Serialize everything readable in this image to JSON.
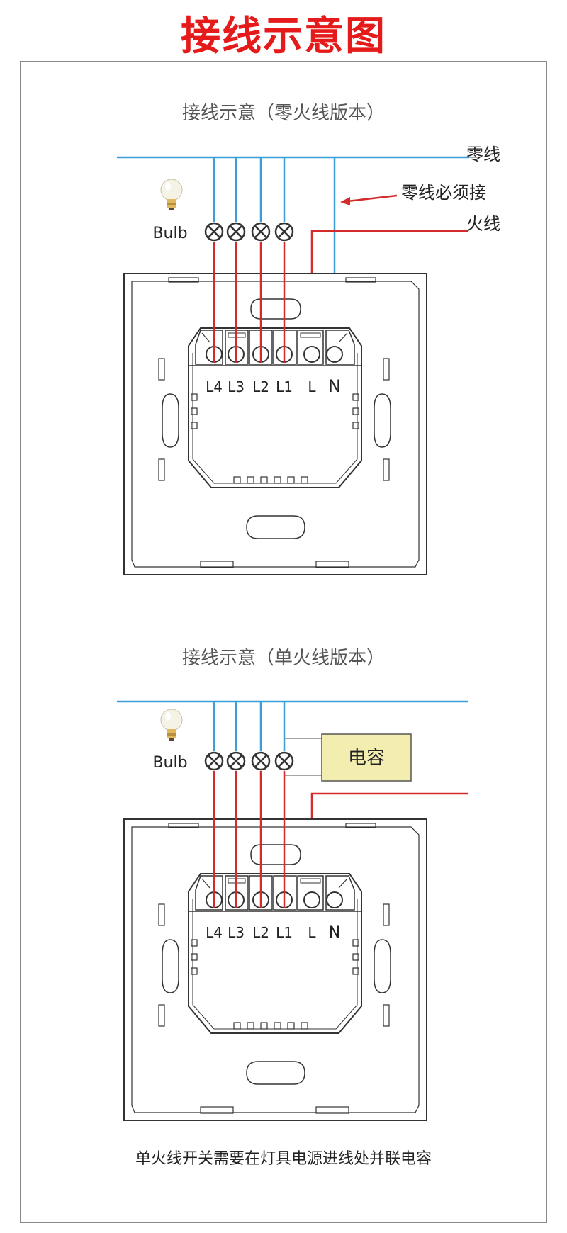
{
  "title": "接线示意图",
  "diagram_zero": {
    "heading": "接线示意（零火线版本）",
    "neutral_label": "零线",
    "neutral_required_note": "零线必须接",
    "live_label": "火线",
    "bulb_label": "Bulb",
    "terminals": [
      "L4",
      "L3",
      "L2",
      "L1",
      "L",
      "N"
    ]
  },
  "diagram_single": {
    "heading": "接线示意（单火线版本）",
    "bulb_label": "Bulb",
    "capacitor_label": "电容",
    "terminals": [
      "L4",
      "L3",
      "L2",
      "L1",
      "L",
      "N"
    ]
  },
  "footer_note": "单火线开关需要在灯具电源进线处并联电容",
  "colors": {
    "title": "#e51a1a",
    "neutral_wire": "#3a9fd8",
    "live_wire": "#d42a2a",
    "outline": "#333333",
    "capacitor_fill": "#f3eeb0"
  }
}
